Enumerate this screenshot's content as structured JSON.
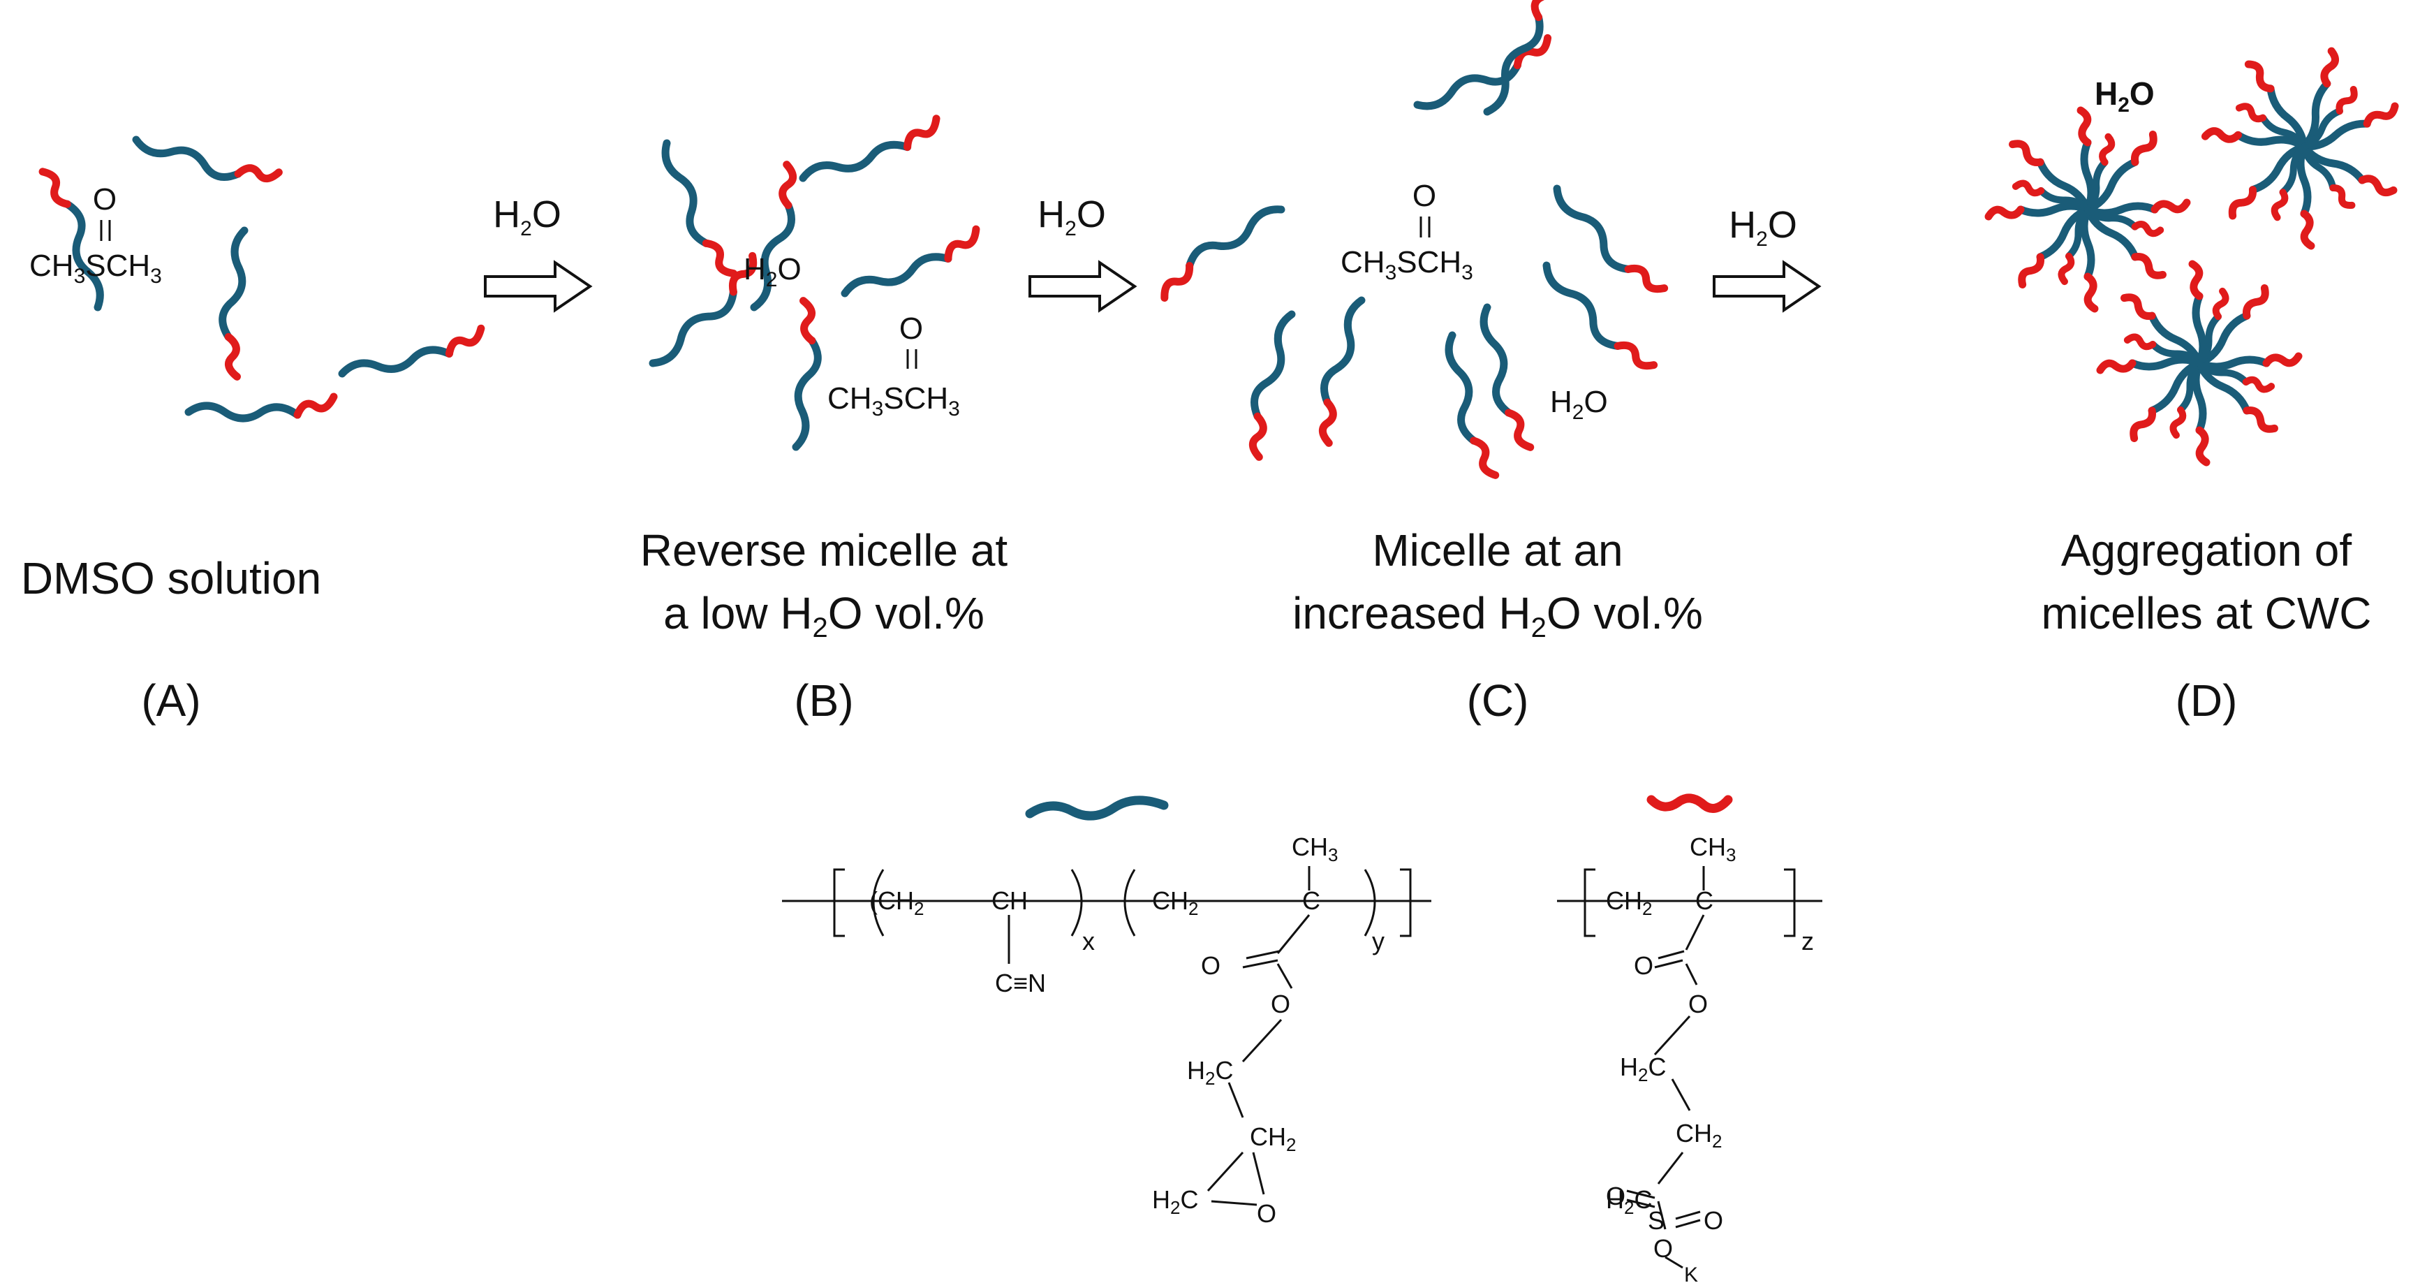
{
  "arrow_label": "H2O",
  "panels": [
    {
      "id": "A",
      "caption_lines": [
        "DMSO solution"
      ],
      "label": "(A)"
    },
    {
      "id": "B",
      "caption_lines": [
        "Reverse micelle at",
        "a low H2O vol.%"
      ],
      "label": "(B)"
    },
    {
      "id": "C",
      "caption_lines": [
        "Micelle at an",
        "increased H2O vol.%"
      ],
      "label": "(C)"
    },
    {
      "id": "D",
      "caption_lines": [
        "Aggregation of",
        "micelles at CWC"
      ],
      "label": "(D)"
    }
  ],
  "molecules": {
    "dmso_O": "O",
    "dmso_formula": "CH3SCH3",
    "water": "H2O"
  },
  "polymer": {
    "left_groups": [
      "CH2",
      "CH",
      "CH2",
      "C",
      "CH3"
    ],
    "nitrile": "C≡N",
    "subscripts": [
      "x",
      "y",
      "z"
    ],
    "ester_O": [
      "O",
      "O"
    ],
    "glycidyl": [
      "H2C",
      "CH2",
      "H2C",
      "O"
    ],
    "right_groups": [
      "CH2",
      "C",
      "CH3"
    ],
    "sulfo": [
      "H2C",
      "CH2",
      "H2C",
      "S",
      "O",
      "O",
      "O",
      "K"
    ]
  },
  "colors": {
    "hydrophobic": "#1a5c78",
    "hydrophilic": "#e01b1b",
    "ink": "#111111"
  }
}
